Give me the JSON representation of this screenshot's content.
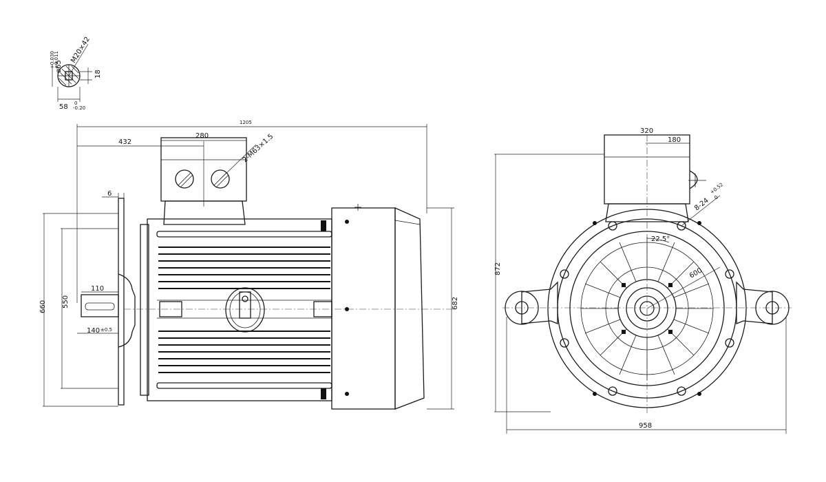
{
  "shaft": {
    "diameter": "ø65",
    "diameter_tol_upper": "+0.030",
    "diameter_tol_lower": "+0.011",
    "thread": "M20×42",
    "key_width": "18",
    "key_depth": "58",
    "key_depth_tol_upper": "0",
    "key_depth_tol_lower": "-0.20"
  },
  "side_view": {
    "overall_length": "1205",
    "terminal_box_offset": "432",
    "terminal_box_width": "280",
    "cable_glands": "2-M63×1.5",
    "flange_thickness": "6",
    "flange_outer": "660",
    "flange_spigot": "550",
    "shaft_length": "110",
    "shaft_offset": "140",
    "shaft_offset_tol": "±0.5",
    "frame_height": "682"
  },
  "front_view": {
    "box_width": "320",
    "box_offset": "180",
    "holes": "8-24",
    "holes_tol_upper": "+0.52",
    "holes_tol_lower": "0",
    "angle": "22.5°",
    "pcd": "600",
    "overall_height": "872",
    "overall_width": "958"
  }
}
